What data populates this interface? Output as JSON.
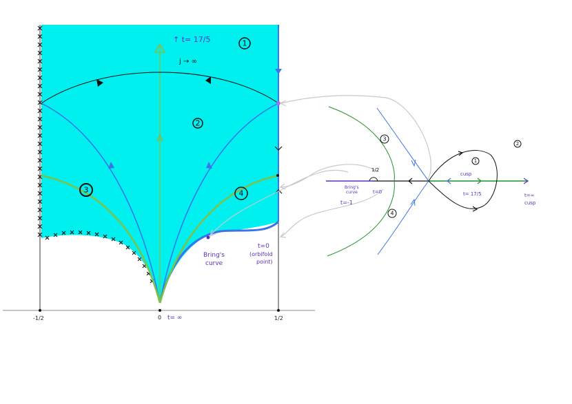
{
  "colors": {
    "fill": "#00f0f0",
    "blue": "#3b74e6",
    "green": "#7cc24a",
    "dark_green": "#1f8f2a",
    "purple": "#5a2fc0",
    "black": "#111111",
    "grey_arrow": "#c9c9c9"
  },
  "left_panel": {
    "ticks": {
      "neg_half": "-1/2",
      "zero": "0",
      "pos_half": "1/2"
    },
    "t_infinity_label": "t= ∞",
    "top_label_line1": "↑ t= 17/5",
    "top_label_line2": "j → ∞",
    "bring_curve_label": [
      "Bring's",
      "curve"
    ],
    "t0_label": [
      "t=0",
      "(orbifold",
      "point)"
    ],
    "regions": [
      "1",
      "2",
      "3",
      "4"
    ]
  },
  "right_panel": {
    "t_half_label": "1/2",
    "bring_label": [
      "Bring's",
      "curve"
    ],
    "t0_label": "t=0",
    "t_neg1_label": "t=-1",
    "cusp_label": "cusp",
    "t_17_5_label": "t= 17/5",
    "t_inf_label": [
      "t=∞",
      "cusp"
    ],
    "regions": [
      "1",
      "2",
      "3",
      "4"
    ]
  }
}
